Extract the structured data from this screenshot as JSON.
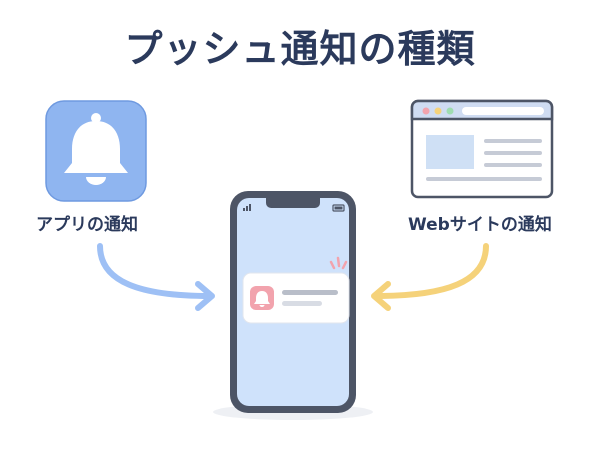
{
  "title": "プッシュ通知の種類",
  "left_source": {
    "label": "アプリの通知",
    "icon": "bell-icon"
  },
  "right_source": {
    "label": "Webサイトの通知",
    "icon": "browser-window-icon"
  },
  "center": {
    "icon": "smartphone-icon",
    "notification_icon": "bell-icon"
  },
  "colors": {
    "title": "#2b3a5c",
    "app_tile": "#8fb5f0",
    "left_arrow": "#9ec0f5",
    "right_arrow": "#f5d27a",
    "phone_body": "#4d5566",
    "phone_screen": "#cfe2fb",
    "notification_badge": "#f2a3ad"
  }
}
